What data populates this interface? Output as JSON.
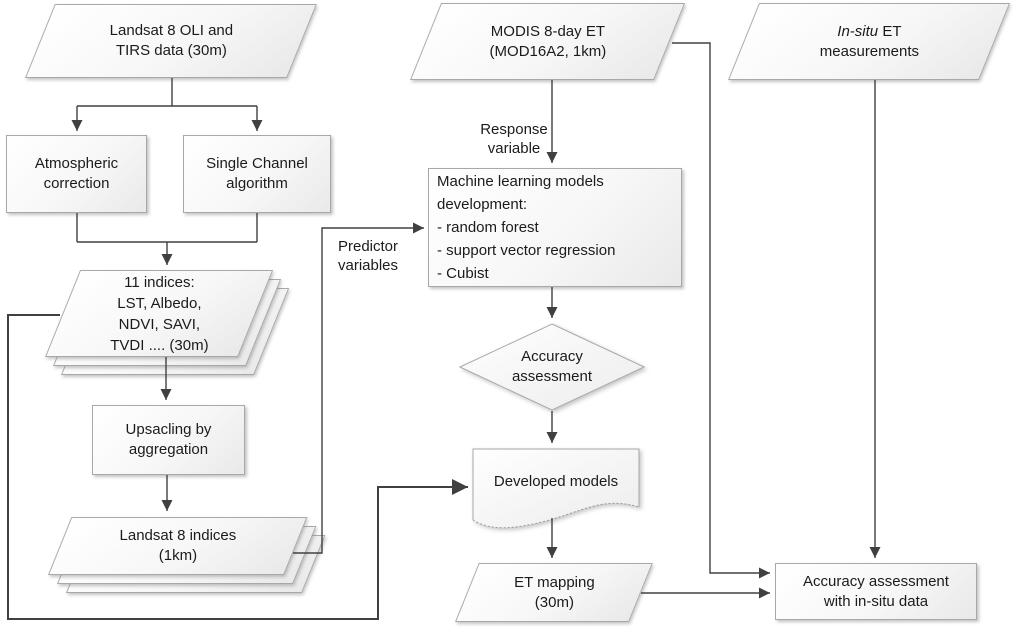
{
  "diagram": {
    "nodes": {
      "landsat_input": "Landsat 8 OLI and\nTIRS data (30m)",
      "atmospheric_correction": "Atmospheric\ncorrection",
      "single_channel": "Single Channel\nalgorithm",
      "indices_30m": "11 indices:\nLST, Albedo,\nNDVI, SAVI,\nTVDI .... (30m)",
      "upscaling": "Upsacling by\naggregation",
      "indices_1km": "Landsat 8 indices\n(1km)",
      "modis_input": "MODIS 8-day ET\n(MOD16A2, 1km)",
      "ml_development": "Machine learning models\ndevelopment:\n- random forest\n- support vector regression\n- Cubist",
      "accuracy_assessment": "Accuracy\nassessment",
      "developed_models": "Developed models",
      "et_mapping": "ET mapping\n(30m)",
      "insitu_line1_italic": "In-situ",
      "insitu_line1_rest": " ET",
      "insitu_line2": "measurements",
      "accuracy_insitu": "Accuracy assessment\nwith in-situ data"
    },
    "edge_labels": {
      "response_variable": "Response\nvariable",
      "predictor_variables": "Predictor\nvariables"
    },
    "colors": {
      "connector_line": "#404040",
      "shape_border": "#a8a8a8",
      "shape_fill_light": "#ffffff",
      "shape_fill_dark": "#e9e9e9",
      "text": "#1b1b1b"
    }
  }
}
